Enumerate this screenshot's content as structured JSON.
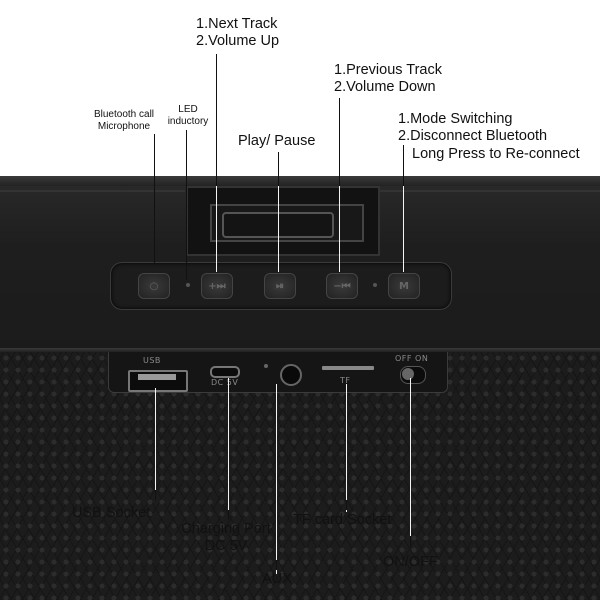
{
  "labels": {
    "next_track": [
      "1.Next Track",
      "2.Volume Up"
    ],
    "previous_track": [
      "1.Previous Track",
      "2.Volume Down"
    ],
    "mode": [
      "1.Mode Switching",
      "2.Disconnect Bluetooth",
      "Long Press to Re-connect"
    ],
    "mic": [
      "Bluetooth call",
      "Microphone"
    ],
    "led": [
      "LED",
      "inductory"
    ],
    "play_pause": "Play/ Pause",
    "usb_socket": "USB Socket",
    "charging_port": [
      "Charging Port",
      "DC 5V"
    ],
    "aux": "AUX",
    "tf_card": "TF card Socket",
    "on_off": "ON/OFF"
  },
  "device_print": {
    "usb": "USB",
    "dc": "DC 5V",
    "tf": "TF",
    "offon": "OFF ON"
  },
  "buttons": [
    {
      "name": "mic-hole",
      "glyph": "○"
    },
    {
      "name": "next-volume-up",
      "glyph": "+⏭"
    },
    {
      "name": "play-pause",
      "glyph": "⏯"
    },
    {
      "name": "previous-volume-down",
      "glyph": "−⏮"
    },
    {
      "name": "mode",
      "glyph": "M"
    }
  ]
}
